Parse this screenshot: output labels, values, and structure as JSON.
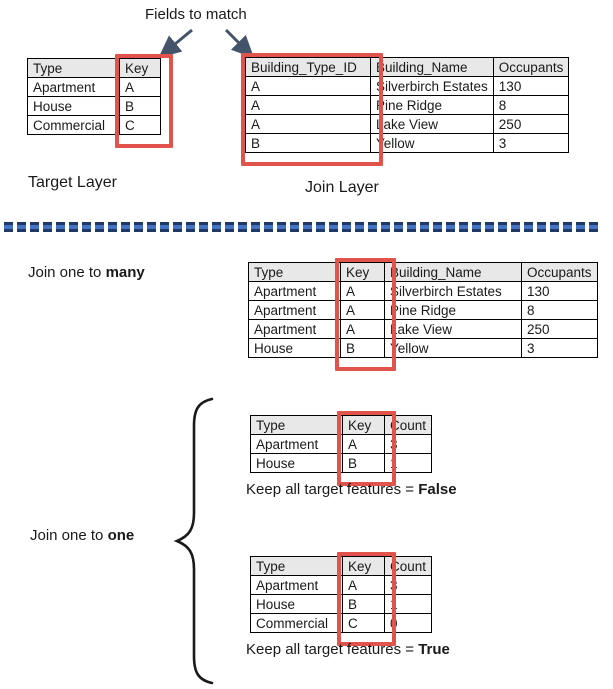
{
  "labels": {
    "fields_to_match": "Fields to match",
    "target_layer": "Target Layer",
    "join_layer": "Join Layer",
    "join_many": {
      "prefix": "Join one to ",
      "bold": "many"
    },
    "join_one": {
      "prefix": "Join one to ",
      "bold": "one"
    },
    "caption_false": {
      "prefix": "Keep all target features = ",
      "bold": "False"
    },
    "caption_true": {
      "prefix": "Keep all target features = ",
      "bold": "True"
    }
  },
  "tables": {
    "target": {
      "columns": [
        "Type",
        "Key"
      ],
      "rows": [
        [
          "Apartment",
          "A"
        ],
        [
          "House",
          "B"
        ],
        [
          "Commercial",
          "C"
        ]
      ],
      "highlighted_column": "Key"
    },
    "join_layer": {
      "columns": [
        "Building_Type_ID",
        "Building_Name",
        "Occupants"
      ],
      "rows": [
        [
          "A",
          "Silverbirch Estates",
          "130"
        ],
        [
          "A",
          "Pine Ridge",
          "8"
        ],
        [
          "A",
          "Lake View",
          "250"
        ],
        [
          "B",
          "Yellow",
          "3"
        ]
      ],
      "highlighted_column": "Building_Type_ID"
    },
    "join_many": {
      "columns": [
        "Type",
        "Key",
        "Building_Name",
        "Occupants"
      ],
      "rows": [
        [
          "Apartment",
          "A",
          "Silverbirch Estates",
          "130"
        ],
        [
          "Apartment",
          "A",
          "Pine Ridge",
          "8"
        ],
        [
          "Apartment",
          "A",
          "Lake View",
          "250"
        ],
        [
          "House",
          "B",
          "Yellow",
          "3"
        ]
      ],
      "highlighted_column": "Key"
    },
    "one_to_one_false": {
      "columns": [
        "Type",
        "Key",
        "Count"
      ],
      "rows": [
        [
          "Apartment",
          "A",
          "3"
        ],
        [
          "House",
          "B",
          "1"
        ]
      ],
      "highlighted_column": "Key"
    },
    "one_to_one_true": {
      "columns": [
        "Type",
        "Key",
        "Count"
      ],
      "rows": [
        [
          "Apartment",
          "A",
          "3"
        ],
        [
          "House",
          "B",
          "1"
        ],
        [
          "Commercial",
          "C",
          "0"
        ]
      ],
      "highlighted_column": "Key"
    }
  },
  "graphics": {
    "left_arrow": "arrow-down-left",
    "right_arrow": "arrow-down-right",
    "divider": "dashed-divider-line",
    "brace": "left-curly-brace"
  },
  "colors": {
    "accent_red": "#E0544C",
    "arrow_navy": "#44546A",
    "divider_blue": "#4472C4",
    "divider_dark_blue": "#1F3864",
    "table_header_gray": "#E9E8E8",
    "text": "#1a1a1a"
  }
}
